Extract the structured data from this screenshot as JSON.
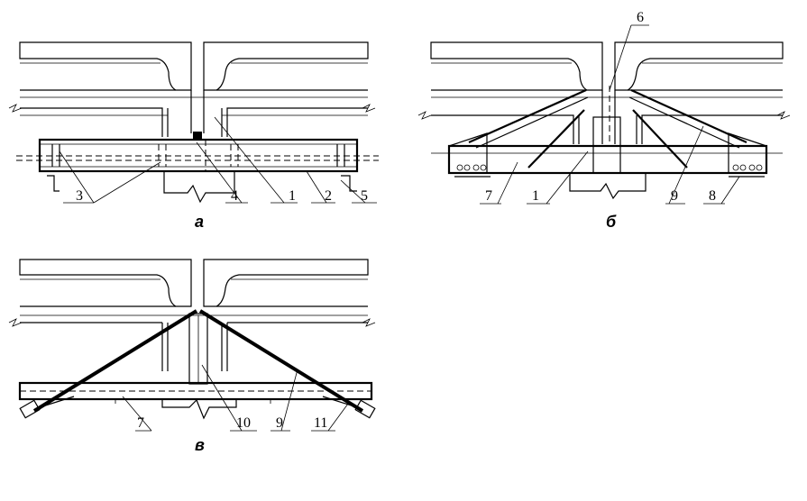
{
  "panels": {
    "a": {
      "caption": "а",
      "labels": [
        "3",
        "4",
        "1",
        "2",
        "5"
      ]
    },
    "b": {
      "caption": "б",
      "labels": [
        "6",
        "7",
        "1",
        "9",
        "8"
      ]
    },
    "v": {
      "caption": "в",
      "labels": [
        "7",
        "10",
        "9",
        "11"
      ]
    }
  }
}
